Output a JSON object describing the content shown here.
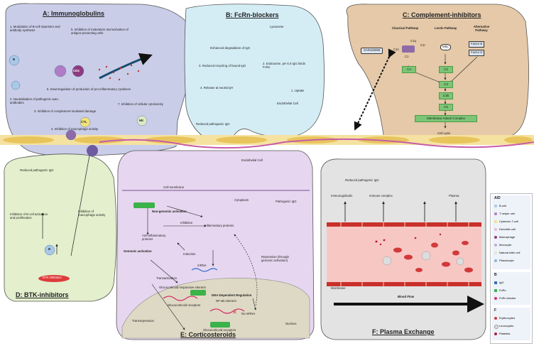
{
  "panels": {
    "A": {
      "title": "A: Immunoglobulins",
      "items": [
        "1. Modulation of B-cell repertoire and antibody synthesis",
        "2. Neutralisation of pathogenic auto-antibodies",
        "3. Inhibition of complement-mediated damage",
        "4. Inhibition of macrophage activity",
        "5. Inhibition of maturation and activation of antigen-presenting cells",
        "6. Downregulation of production of pro-inflammatory cytokines",
        "7. Inhibition of cellular cytotoxicity"
      ],
      "cell_labels": {
        "b": "B",
        "cd4": "CD4",
        "ctl": "CTL",
        "nk": "NK"
      }
    },
    "B": {
      "title": "B: FcRn-blockers",
      "lysosome": "Lysosome",
      "enhanced": "Enhanced degradation of IgG",
      "reduced_recycling": "3. Reduced recycling of bound IgG",
      "endosome": "2. Endosome, pH 6.0 IgG binds FcRn",
      "release": "4. Release at neutral pH",
      "uptake": "1. Uptake",
      "endothelial": "Endothelial Cell",
      "reduced": "Reduced pathogenic IgG"
    },
    "C": {
      "title": "C: Complement-inhibitors",
      "classical": "Classical Pathway",
      "lectin": "Lectin Pathway",
      "alternative": "Alternative Pathway",
      "sar": "SAR445088",
      "c1s": "C1s",
      "c1q": "C1q",
      "c1r": "C1r",
      "c1": "C1",
      "mbl": "MBL",
      "factor_b": "Factor B",
      "factor_d": "Factor D",
      "c4": "C4",
      "c2": "C2",
      "c3": "C3",
      "c3b": "C3b",
      "c5": "C5",
      "mac": "Membrane Attack Complex",
      "lysis": "Cell Lysis"
    },
    "D": {
      "title": "D: BTK-inhibitors",
      "reduced": "Reduced pathogenic IgG",
      "inhibition_b": "Inhibition of B cell activation and proliferation",
      "inhibition_mac": "Inhibition of macrophage activity",
      "btk": "BTK inhibitors",
      "b": "B"
    },
    "E": {
      "title": "E: Corticosteroids",
      "endothelial": "Endothelial Cell",
      "membrane": "Cell membrane",
      "cytoplasm": "Cytoplasm",
      "pathogenic": "Pathogenic IgG",
      "nongenomic": "Non-genomic activation",
      "inhibition": "Inhibition",
      "inflammatory": "Inflammatory proteins",
      "anti": "Anti-inflammatory proteins",
      "genomic": "Genomic activation",
      "induction": "Induction",
      "mrna": "mRNA",
      "repression": "Repression (through genomic activation)",
      "transactivation": "Transactivation",
      "gre": "Glucocorticoid responsive element",
      "gr": "Glucocorticoid receptors",
      "ddr": "DNA-Dependent Regulation",
      "nfkb": "NF-κB element",
      "nomrna": "No mRNA",
      "transrepression": "Transrepression",
      "gr2": "Glucocorticoid receptors",
      "nucleus": "Nucleus"
    },
    "F": {
      "title": "F: Plasma Exchange",
      "reduced": "Reduced pathogenic IgG",
      "immunoglobulin": "Immunoglobulin",
      "complex": "Immune complex",
      "plasma": "Plasma",
      "membrane": "Membrane",
      "flow": "Blood Flow"
    }
  },
  "legend": {
    "ad_title": "A/D",
    "ad_items": [
      "B-cell",
      "T helper cell",
      "Cytotoxic T-cell",
      "Dendritic cell",
      "Macrophage",
      "Monocyte",
      "Natural killer cell",
      "Plasmocyte"
    ],
    "b_title": "B",
    "b_items": [
      "IgG",
      "FcRn",
      "FcRn blocker"
    ],
    "f_title": "F",
    "f_items": [
      "Erythrocytes",
      "Leucocytes",
      "Platelets"
    ]
  }
}
